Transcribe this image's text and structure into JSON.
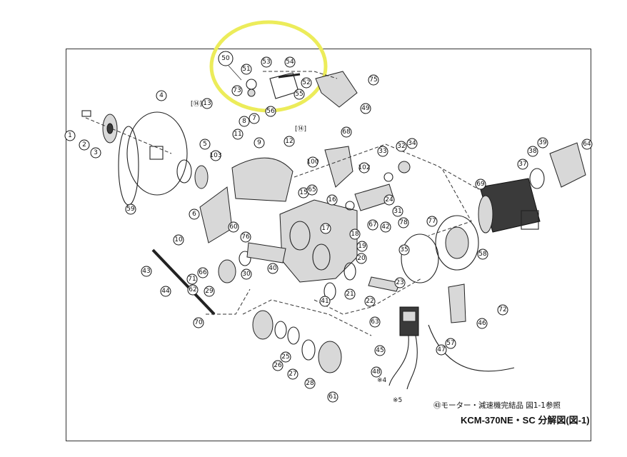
{
  "drawing": {
    "title": "KCM-370NE・SC 分解図(図-1)",
    "note": "㊸モーター・減速機完結品 図1-1参照",
    "highlight_color": "#ecec5a",
    "highlight_label": "50",
    "bracket_labels": [
      "[⑭]",
      "[⑭]"
    ],
    "sub_notes": [
      "※4",
      "※5"
    ]
  },
  "callouts": [
    "1",
    "2",
    "3",
    "4",
    "5",
    "6",
    "7",
    "8",
    "9",
    "10",
    "11",
    "12",
    "13",
    "15",
    "16",
    "17",
    "18",
    "19",
    "20",
    "21",
    "22",
    "23",
    "24",
    "25",
    "26",
    "27",
    "28",
    "29",
    "30",
    "31",
    "32",
    "33",
    "34",
    "35",
    "37",
    "38",
    "39",
    "40",
    "41",
    "42",
    "43",
    "44",
    "45",
    "46",
    "47",
    "48",
    "49",
    "51",
    "52",
    "53",
    "54",
    "55",
    "56",
    "57",
    "58",
    "59",
    "60",
    "61",
    "62",
    "63",
    "64",
    "65",
    "66",
    "67",
    "68",
    "69",
    "70",
    "71",
    "72",
    "73",
    "75",
    "76",
    "77",
    "78",
    "100",
    "102",
    "103"
  ]
}
